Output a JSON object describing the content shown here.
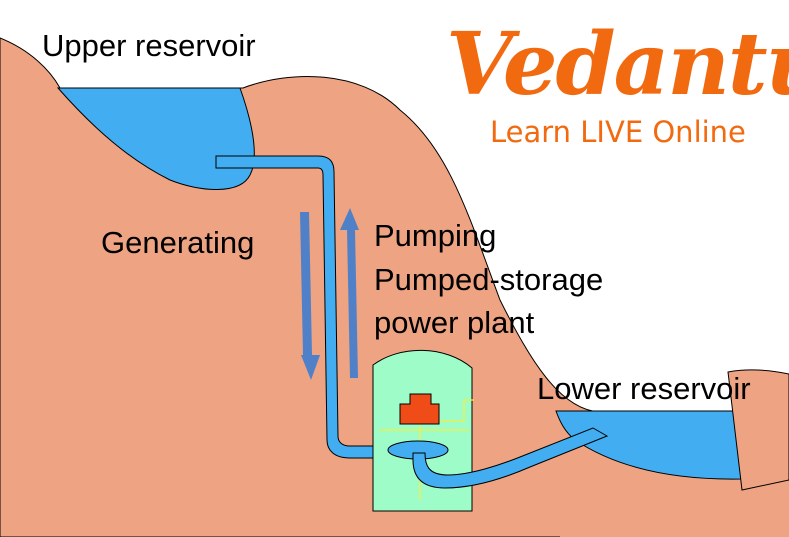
{
  "diagram": {
    "title": "Pumped-storage power plant",
    "labels": {
      "upper_reservoir": "Upper reservoir",
      "lower_reservoir": "Lower reservoir",
      "generating": "Generating",
      "pumping": "Pumping",
      "plant_line1": "Pumped-storage",
      "plant_line2": "power plant"
    },
    "flow_directions": {
      "generating": "down",
      "pumping": "up"
    }
  },
  "brand": {
    "name": "Vedantu",
    "tagline": "Learn LIVE Online",
    "color": "#f26a10"
  },
  "colors": {
    "ground": "#eea382",
    "water": "#42adf0",
    "arrow": "#5080c8",
    "plant": "#9dfcc8",
    "generator": "#f04c18",
    "wiring": "#f4f040"
  }
}
